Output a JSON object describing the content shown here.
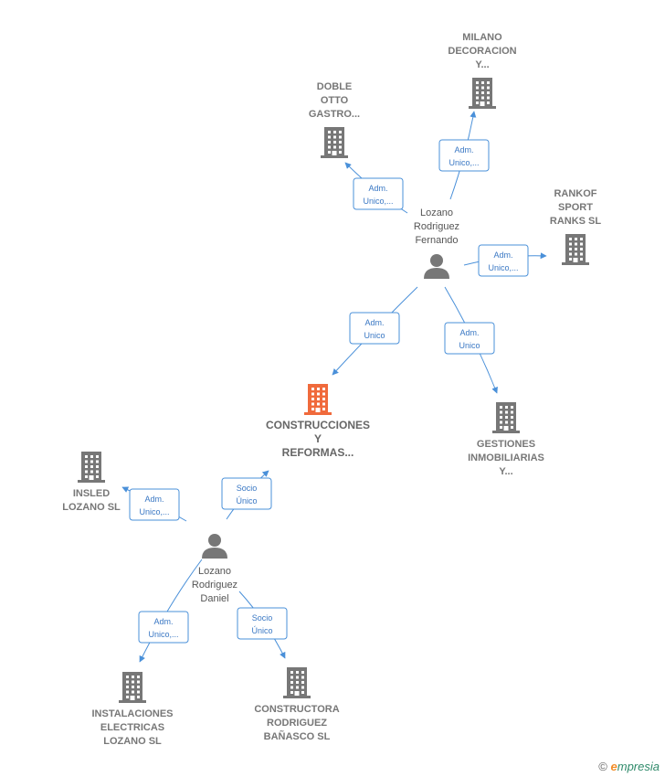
{
  "colors": {
    "edge": "#4a90d9",
    "company": "#777777",
    "main_company": "#f06a3c",
    "person": "#777777"
  },
  "companies": [
    {
      "id": "milano",
      "lines": [
        "MILANO",
        "DECORACION",
        "Y..."
      ],
      "main": false
    },
    {
      "id": "doble",
      "lines": [
        "DOBLE",
        "OTTO",
        "GASTRO..."
      ],
      "main": false
    },
    {
      "id": "rankof",
      "lines": [
        "RANKOF",
        "SPORT",
        "RANKS SL"
      ],
      "main": false
    },
    {
      "id": "construcciones",
      "lines": [
        "CONSTRUCCIONES",
        "Y",
        "REFORMAS..."
      ],
      "main": true
    },
    {
      "id": "gestiones",
      "lines": [
        "GESTIONES",
        "INMOBILIARIAS",
        "Y..."
      ],
      "main": false
    },
    {
      "id": "insled",
      "lines": [
        "INSLED",
        "LOZANO SL"
      ],
      "main": false
    },
    {
      "id": "instalaciones",
      "lines": [
        "INSTALACIONES",
        "ELECTRICAS",
        "LOZANO SL"
      ],
      "main": false
    },
    {
      "id": "constructora",
      "lines": [
        "CONSTRUCTORA",
        "RODRIGUEZ",
        "BAÑASCO SL"
      ],
      "main": false
    }
  ],
  "persons": [
    {
      "id": "fernando",
      "lines": [
        "Lozano",
        "Rodriguez",
        "Fernando"
      ]
    },
    {
      "id": "daniel",
      "lines": [
        "Lozano",
        "Rodriguez",
        "Daniel"
      ]
    }
  ],
  "relations": [
    {
      "id": "r1",
      "from": "fernando",
      "to": "milano",
      "lines": [
        "Adm.",
        "Unico,..."
      ]
    },
    {
      "id": "r2",
      "from": "fernando",
      "to": "doble",
      "lines": [
        "Adm.",
        "Unico,..."
      ]
    },
    {
      "id": "r3",
      "from": "fernando",
      "to": "rankof",
      "lines": [
        "Adm.",
        "Unico,..."
      ]
    },
    {
      "id": "r4",
      "from": "fernando",
      "to": "construcciones",
      "lines": [
        "Adm.",
        "Unico"
      ]
    },
    {
      "id": "r5",
      "from": "fernando",
      "to": "gestiones",
      "lines": [
        "Adm.",
        "Unico"
      ]
    },
    {
      "id": "r6",
      "from": "daniel",
      "to": "construcciones",
      "lines": [
        "Socio",
        "Único"
      ]
    },
    {
      "id": "r7",
      "from": "daniel",
      "to": "insled",
      "lines": [
        "Adm.",
        "Unico,..."
      ]
    },
    {
      "id": "r8",
      "from": "daniel",
      "to": "instalaciones",
      "lines": [
        "Adm.",
        "Unico,..."
      ]
    },
    {
      "id": "r9",
      "from": "daniel",
      "to": "constructora",
      "lines": [
        "Socio",
        "Único"
      ]
    }
  ],
  "footer": {
    "copyright_symbol": "©",
    "brand_first": "e",
    "brand_rest": "mpresia"
  }
}
